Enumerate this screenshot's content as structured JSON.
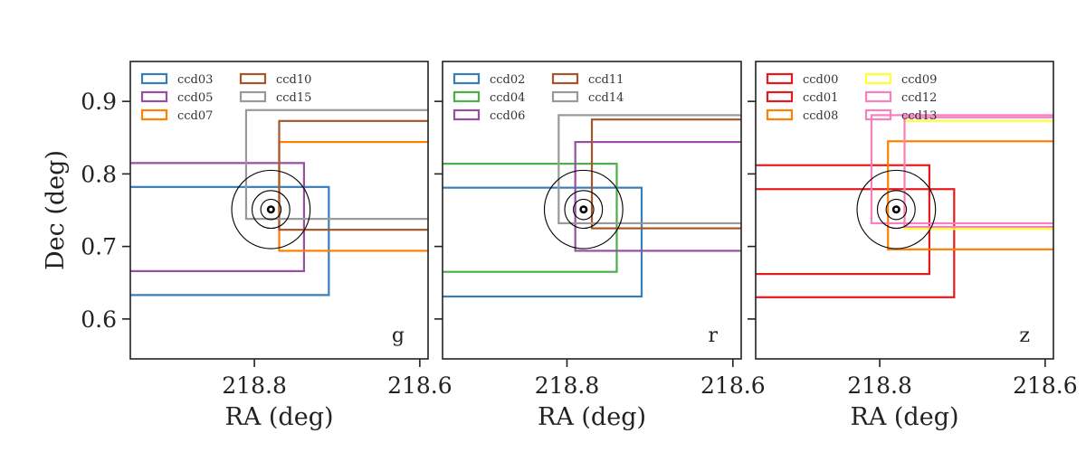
{
  "chart_data": [
    {
      "type": "rectangles",
      "band": "g",
      "xlabel": "RA (deg)",
      "ylabel": "Dec (deg)",
      "xlim": [
        218.95,
        218.59
      ],
      "ylim": [
        0.545,
        0.955
      ],
      "xticks": [
        218.8,
        218.6
      ],
      "xtick_labels": [
        "218.8",
        "218.6"
      ],
      "yticks": [
        0.6,
        0.7,
        0.8,
        0.9
      ],
      "ytick_labels": [
        "0.6",
        "0.7",
        "0.8",
        "0.9"
      ],
      "legend": {
        "placement": "top-left",
        "columns": 2
      },
      "target": {
        "ra": 218.78,
        "dec": 0.751,
        "circle_radii": [
          0.004,
          0.014,
          0.026,
          0.054
        ]
      },
      "series": [
        {
          "name": "ccd03",
          "color": "#377eb8",
          "ra_min": 218.71,
          "ra_max": 218.96,
          "dec_min": 0.633,
          "dec_max": 0.782
        },
        {
          "name": "ccd05",
          "color": "#984ea3",
          "ra_min": 218.74,
          "ra_max": 218.96,
          "dec_min": 0.666,
          "dec_max": 0.815
        },
        {
          "name": "ccd07",
          "color": "#ff7f00",
          "ra_min": 218.57,
          "ra_max": 218.77,
          "dec_min": 0.694,
          "dec_max": 0.844
        },
        {
          "name": "ccd10",
          "color": "#a65628",
          "ra_min": 218.57,
          "ra_max": 218.77,
          "dec_min": 0.723,
          "dec_max": 0.873
        },
        {
          "name": "ccd15",
          "color": "#999999",
          "ra_min": 218.57,
          "ra_max": 218.81,
          "dec_min": 0.738,
          "dec_max": 0.888
        }
      ]
    },
    {
      "type": "rectangles",
      "band": "r",
      "xlabel": "RA (deg)",
      "ylabel": "",
      "xlim": [
        218.95,
        218.59
      ],
      "ylim": [
        0.545,
        0.955
      ],
      "xticks": [
        218.8,
        218.6
      ],
      "xtick_labels": [
        "218.8",
        "218.6"
      ],
      "yticks": [
        0.6,
        0.7,
        0.8,
        0.9
      ],
      "ytick_labels": [],
      "legend": {
        "placement": "top-left",
        "columns": 2
      },
      "target": {
        "ra": 218.78,
        "dec": 0.751,
        "circle_radii": [
          0.004,
          0.014,
          0.026,
          0.054
        ]
      },
      "series": [
        {
          "name": "ccd02",
          "color": "#377eb8",
          "ra_min": 218.71,
          "ra_max": 218.96,
          "dec_min": 0.631,
          "dec_max": 0.781
        },
        {
          "name": "ccd04",
          "color": "#4daf4a",
          "ra_min": 218.74,
          "ra_max": 218.96,
          "dec_min": 0.665,
          "dec_max": 0.814
        },
        {
          "name": "ccd06",
          "color": "#984ea3",
          "ra_min": 218.57,
          "ra_max": 218.79,
          "dec_min": 0.694,
          "dec_max": 0.844
        },
        {
          "name": "ccd11",
          "color": "#a65628",
          "ra_min": 218.57,
          "ra_max": 218.77,
          "dec_min": 0.725,
          "dec_max": 0.875
        },
        {
          "name": "ccd14",
          "color": "#999999",
          "ra_min": 218.57,
          "ra_max": 218.81,
          "dec_min": 0.732,
          "dec_max": 0.881
        }
      ]
    },
    {
      "type": "rectangles",
      "band": "z",
      "xlabel": "RA (deg)",
      "ylabel": "",
      "xlim": [
        218.95,
        218.59
      ],
      "ylim": [
        0.545,
        0.955
      ],
      "xticks": [
        218.8,
        218.6
      ],
      "xtick_labels": [
        "218.8",
        "218.6"
      ],
      "yticks": [
        0.6,
        0.7,
        0.8,
        0.9
      ],
      "ytick_labels": [],
      "legend": {
        "placement": "top-left",
        "columns": 2
      },
      "target": {
        "ra": 218.78,
        "dec": 0.751,
        "circle_radii": [
          0.004,
          0.014,
          0.026,
          0.054
        ]
      },
      "series": [
        {
          "name": "ccd00",
          "color": "#e41a1c",
          "ra_min": 218.74,
          "ra_max": 218.96,
          "dec_min": 0.662,
          "dec_max": 0.812
        },
        {
          "name": "ccd01",
          "color": "#e41a1c",
          "ra_min": 218.71,
          "ra_max": 218.96,
          "dec_min": 0.63,
          "dec_max": 0.779
        },
        {
          "name": "ccd08",
          "color": "#ff7f00",
          "ra_min": 218.57,
          "ra_max": 218.79,
          "dec_min": 0.696,
          "dec_max": 0.845
        },
        {
          "name": "ccd09",
          "color": "#ffff33",
          "ra_min": 218.57,
          "ra_max": 218.77,
          "dec_min": 0.724,
          "dec_max": 0.873
        },
        {
          "name": "ccd12",
          "color": "#f781bf",
          "ra_min": 218.57,
          "ra_max": 218.81,
          "dec_min": 0.732,
          "dec_max": 0.881
        },
        {
          "name": "ccd13",
          "color": "#f781bf",
          "ra_min": 218.57,
          "ra_max": 218.77,
          "dec_min": 0.727,
          "dec_max": 0.878
        }
      ]
    }
  ]
}
